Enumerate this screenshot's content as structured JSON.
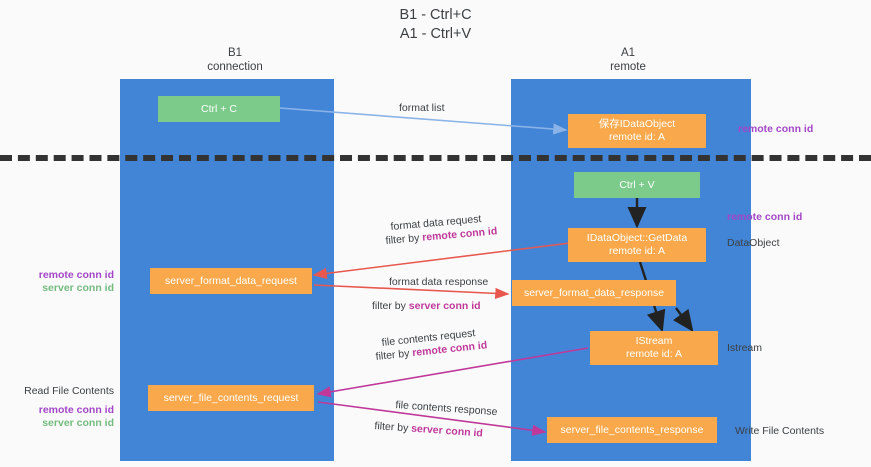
{
  "title": "B1 - Ctrl+C\nA1 - Ctrl+V",
  "columns": {
    "left": {
      "label": "B1\nconnection"
    },
    "right": {
      "label": "A1\nremote"
    }
  },
  "nodes": {
    "ctrl_c": "Ctrl + C",
    "ctrl_v": "Ctrl + V",
    "save_dataobject": "保存IDataObject\nremote id: A",
    "getdata": "IDataObject::GetData\nremote id: A",
    "istream": "IStream\nremote id: A",
    "server_format_data_request": "server_format_data_request",
    "server_format_data_response": "server_format_data_response",
    "server_file_contents_request": "server_file_contents_request",
    "server_file_contents_response": "server_file_contents_response"
  },
  "edges": {
    "format_list": "format list",
    "format_data_request": "format data request",
    "format_data_request_filter_prefix": "filter by ",
    "format_data_request_filter_key": "remote conn id",
    "format_data_response": "format data response",
    "format_data_response_filter_prefix": "filter by ",
    "format_data_response_filter_key": "server conn id",
    "file_contents_request": "file contents request",
    "file_contents_request_filter_prefix": "filter by ",
    "file_contents_request_filter_key": "remote conn id",
    "file_contents_response": "file contents response",
    "file_contents_response_filter_prefix": "filter by ",
    "file_contents_response_filter_key": "server conn id"
  },
  "annotations": {
    "right_remote_conn_id_top": "remote conn id",
    "right_remote_conn_id_mid": "remote conn id",
    "right_dataobject": "DataObject",
    "right_istream": "Istream",
    "right_write_file_contents": "Write File Contents",
    "left_remote_conn_id": "remote conn id",
    "left_server_conn_id": "server conn id",
    "left_read_file_contents": "Read File Contents",
    "left_remote_conn_id_2": "remote conn id",
    "left_server_conn_id_2": "server conn id"
  },
  "colors": {
    "lane": "#4285d6",
    "node_orange": "#f9a94b",
    "node_green": "#7ccb8b",
    "key_remote": "#a346c8",
    "key_server": "#74bb7f",
    "arrow_blue": "#8ab4e8",
    "arrow_red": "#e8584f",
    "arrow_magenta": "#c0399a",
    "arrow_black": "#222222",
    "separator": "#333333",
    "background": "#fafafa"
  }
}
